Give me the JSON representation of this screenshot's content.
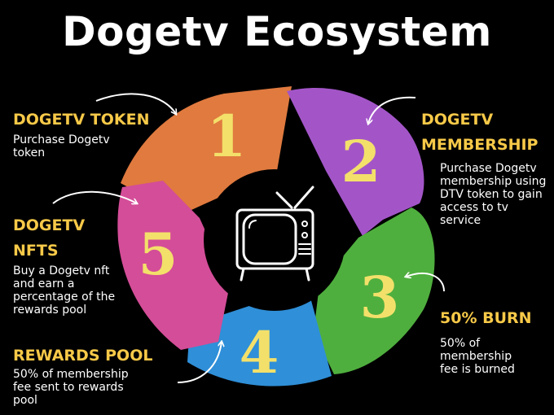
{
  "title": "Dogetv Ecosystem",
  "colors": {
    "background": "#000000",
    "heading": "#f7c948",
    "number": "#f3e06a",
    "segment_1": "#e07a3f",
    "segment_2": "#a355c8",
    "segment_3": "#4faf3e",
    "segment_4": "#2f8fd8",
    "segment_5": "#d44d98"
  },
  "center_icon": "tv-icon",
  "steps": [
    {
      "number": "1",
      "heading": "DOGETV TOKEN",
      "description": "Purchase Dogetv token"
    },
    {
      "number": "2",
      "heading": "DOGETV MEMBERSHIP",
      "description": "Purchase Dogetv membership using DTV token to gain access to tv service"
    },
    {
      "number": "3",
      "heading": "50% BURN",
      "description": "50% of membership fee is burned"
    },
    {
      "number": "4",
      "heading": "REWARDS POOL",
      "description": "50% of membership fee sent to rewards pool"
    },
    {
      "number": "5",
      "heading": "DOGETV NFTS",
      "description": "Buy a Dogetv nft and earn a percentage of the rewards pool"
    }
  ]
}
